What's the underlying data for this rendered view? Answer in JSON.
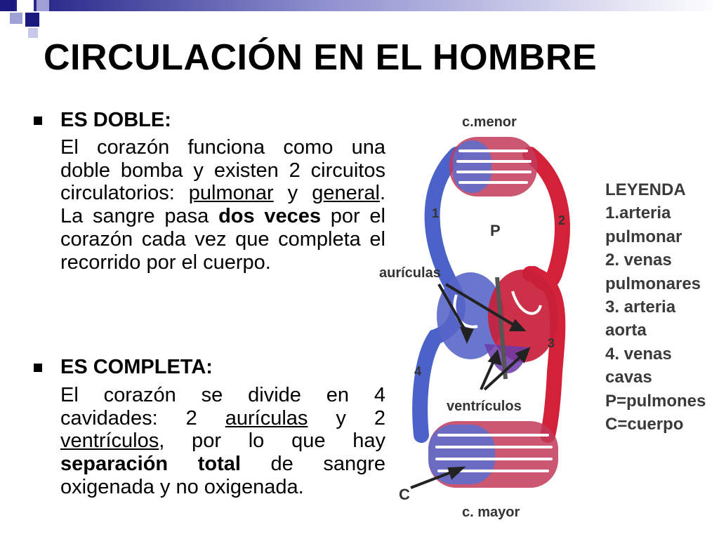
{
  "slide": {
    "title": "CIRCULACIÓN EN EL HOMBRE",
    "colors": {
      "accent_dark": "#1a1a80",
      "accent_light": "#9fa0d6",
      "arterial": "#d4213a",
      "venous": "#4b62c8"
    }
  },
  "sections": [
    {
      "heading": "ES  DOBLE:",
      "text": [
        {
          "t": "El corazón funciona como una doble bomba y existen 2 circuitos circulatorios: "
        },
        {
          "t": "pulmonar",
          "u": true
        },
        {
          "t": " y "
        },
        {
          "t": "general",
          "u": true
        },
        {
          "t": ". La sangre pasa "
        },
        {
          "t": "dos veces",
          "b": true
        },
        {
          "t": " por el corazón cada vez que completa el recorrido por el cuerpo."
        }
      ]
    },
    {
      "heading": "ES COMPLETA:",
      "text": [
        {
          "t": "El corazón se divide en 4 cavidades: 2 "
        },
        {
          "t": "aurículas",
          "u": true
        },
        {
          "t": " y 2 "
        },
        {
          "t": "ventrículos",
          "u": true
        },
        {
          "t": ", por lo que hay "
        },
        {
          "t": "separación total",
          "b": true
        },
        {
          "t": " de sangre oxigenada y no oxigenada."
        }
      ]
    }
  ],
  "diagram": {
    "labels": {
      "top": "c.menor",
      "bottom": "c. mayor",
      "p": "P",
      "c": "C",
      "auriculas": "aurículas",
      "ventriculos": "ventrículos",
      "n1": "1",
      "n2": "2",
      "n3": "3",
      "n4": "4"
    },
    "legend": [
      "LEYENDA",
      "1.arteria",
      "pulmonar",
      "2. venas",
      " pulmonares",
      "3. arteria",
      "aorta",
      "4. venas",
      "cavas",
      "P=pulmones",
      "C=cuerpo"
    ]
  }
}
